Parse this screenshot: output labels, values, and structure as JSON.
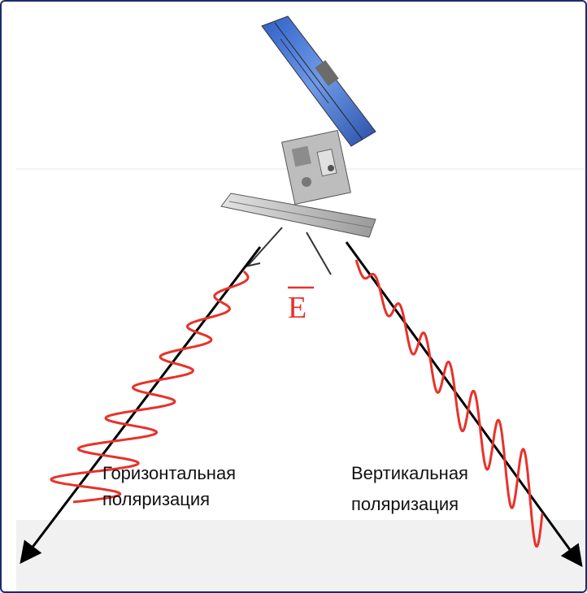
{
  "diagram": {
    "field_symbol": "E",
    "labels": {
      "horizontal_line1": "Горизонтальная",
      "horizontal_line2": "поляризация",
      "vertical_line1": "Вертикальная",
      "vertical_line2": "поляризация"
    },
    "colors": {
      "wave": "#e8322a",
      "arrow": "#000000",
      "frame": "#1c2a6b",
      "panel": "#3a6fd0",
      "body": "#b9b9b9"
    }
  }
}
